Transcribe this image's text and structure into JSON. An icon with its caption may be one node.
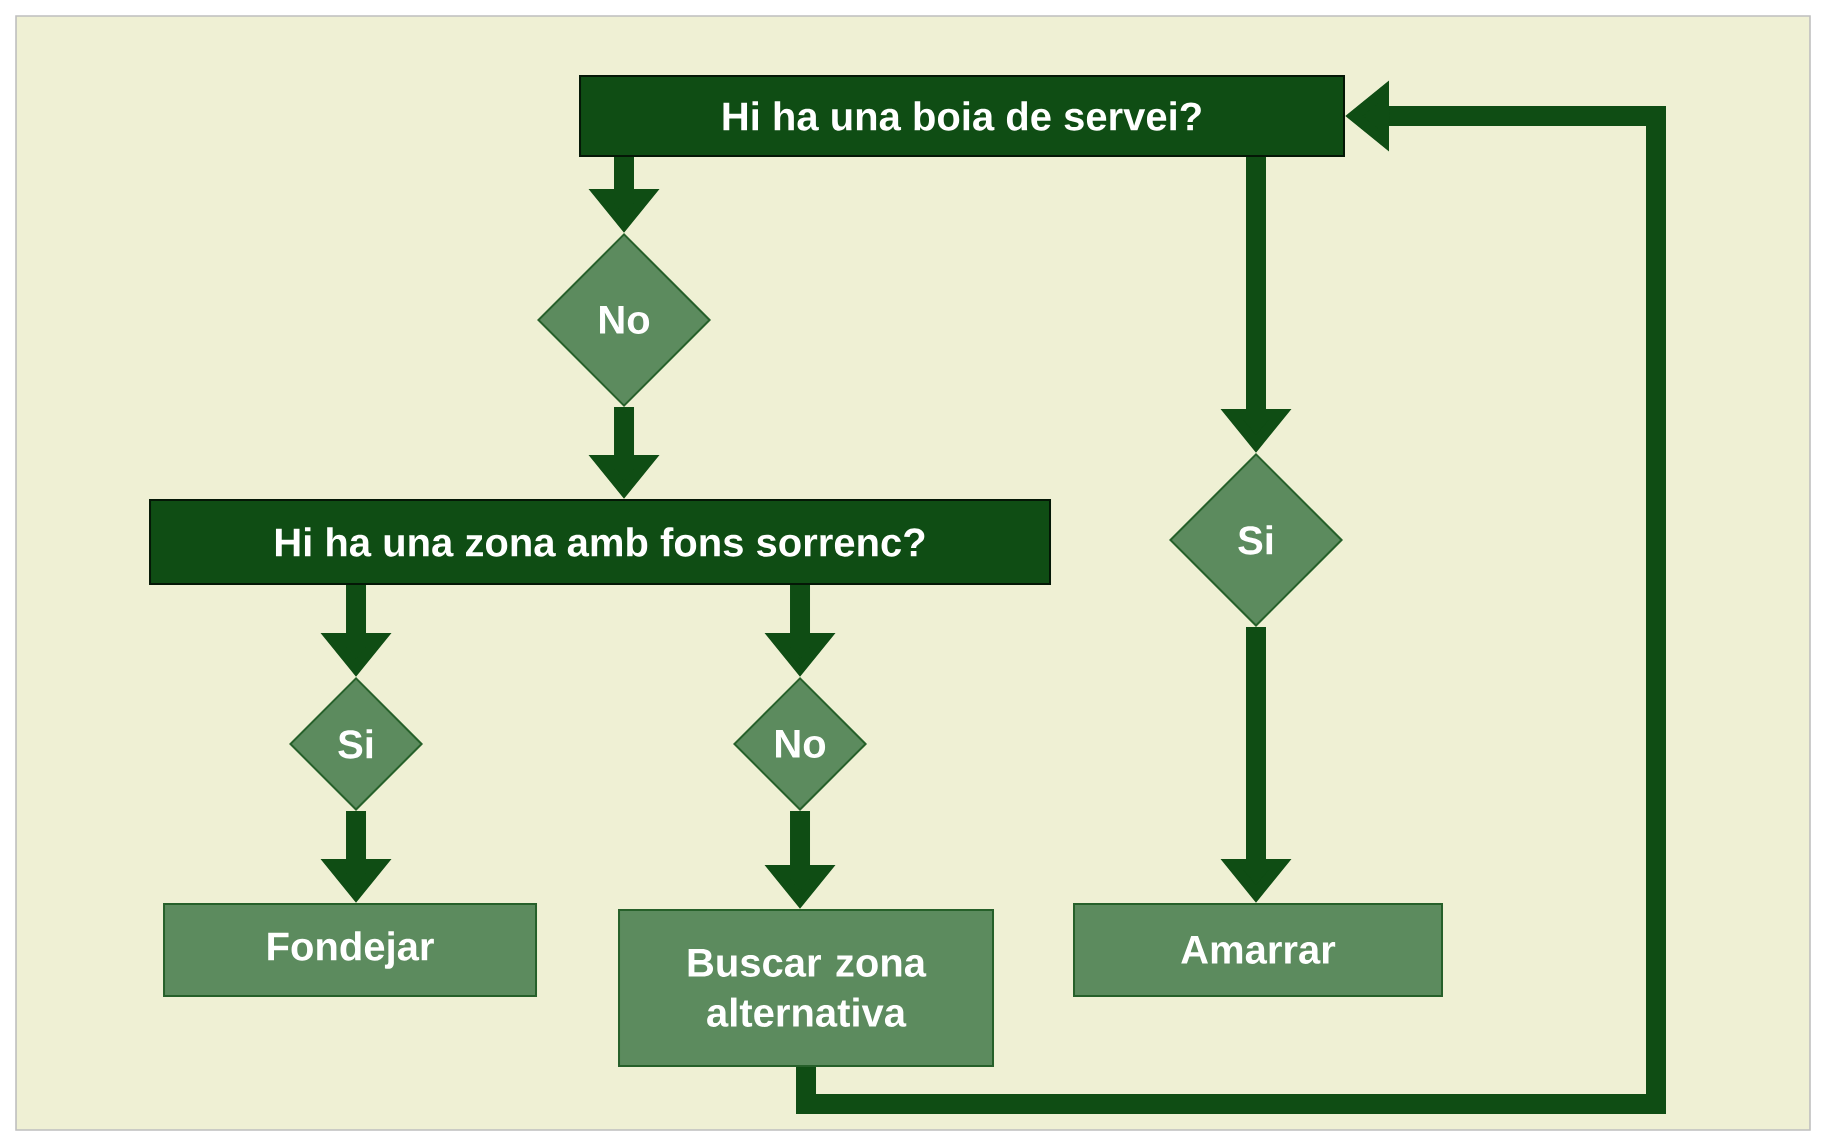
{
  "diagram": {
    "nodes": [
      {
        "text": [
          "Hi ha una boia de servei?"
        ]
      },
      {
        "text": [
          "No"
        ]
      },
      {
        "text": [
          "Hi ha una zona amb fons sorrenc?"
        ]
      },
      {
        "text": [
          "Si"
        ]
      },
      {
        "text": [
          "No"
        ]
      },
      {
        "text": [
          "Fondejar"
        ]
      },
      {
        "text": [
          "Buscar zona alternativa"
        ]
      },
      {
        "text": [
          "Si"
        ]
      },
      {
        "text": [
          "Amarrar"
        ]
      }
    ],
    "edges": [
      {
        "from": 0,
        "to": 1,
        "arrow": "to"
      },
      {
        "from": 1,
        "to": 2,
        "arrow": "to"
      },
      {
        "from": 2,
        "to": 3,
        "arrow": "to"
      },
      {
        "from": 2,
        "to": 4,
        "arrow": "to"
      },
      {
        "from": 3,
        "to": 5,
        "arrow": "to"
      },
      {
        "from": 4,
        "to": 6,
        "arrow": "to"
      },
      {
        "from": 0,
        "to": 7,
        "arrow": "to"
      },
      {
        "from": 7,
        "to": 8,
        "arrow": "to"
      },
      {
        "from": 6,
        "to": 0,
        "arrow": "to"
      }
    ]
  }
}
